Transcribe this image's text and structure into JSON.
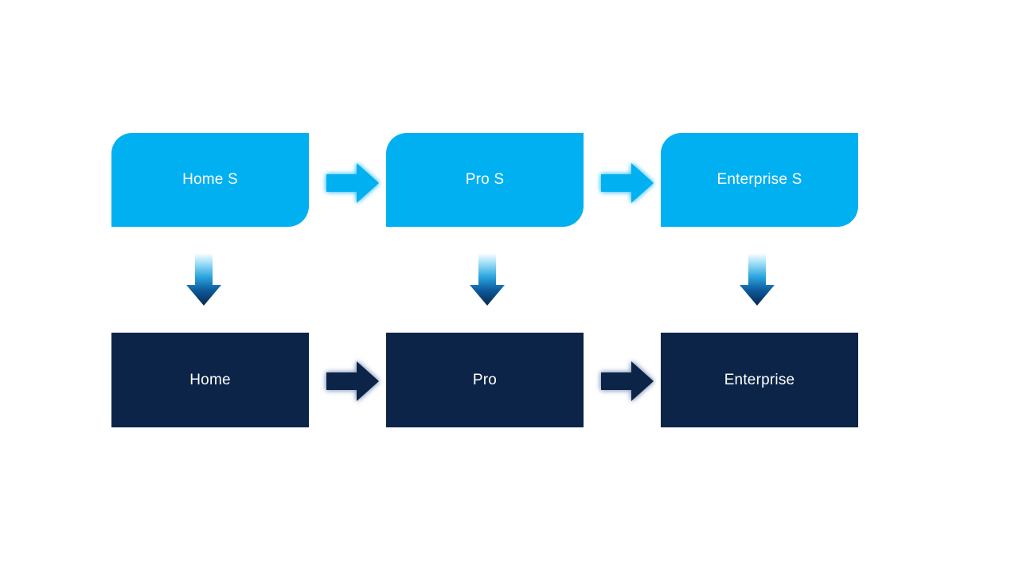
{
  "colors": {
    "canvas_bg": "#FFFFFF",
    "stage_fill": "#00B0F0",
    "product_fill": "#0B2447",
    "label_text": "#FFFFFF",
    "stage_glow": "rgba(0,176,240,0.55)",
    "product_glow": "rgba(128,150,185,0.75)",
    "v_arrow_gradient_top": "#FFFFFF",
    "v_arrow_gradient_mid": "#2BA6DE",
    "v_arrow_gradient_bottom": "#09264B"
  },
  "diagram": {
    "top_row": [
      {
        "label": "Home S"
      },
      {
        "label": "Pro S"
      },
      {
        "label": "Enterprise S"
      }
    ],
    "bottom_row": [
      {
        "label": "Home"
      },
      {
        "label": "Pro"
      },
      {
        "label": "Enterprise"
      }
    ],
    "connectors": {
      "horizontal_icon": "right-arrow",
      "vertical_icon": "down-arrow"
    }
  }
}
